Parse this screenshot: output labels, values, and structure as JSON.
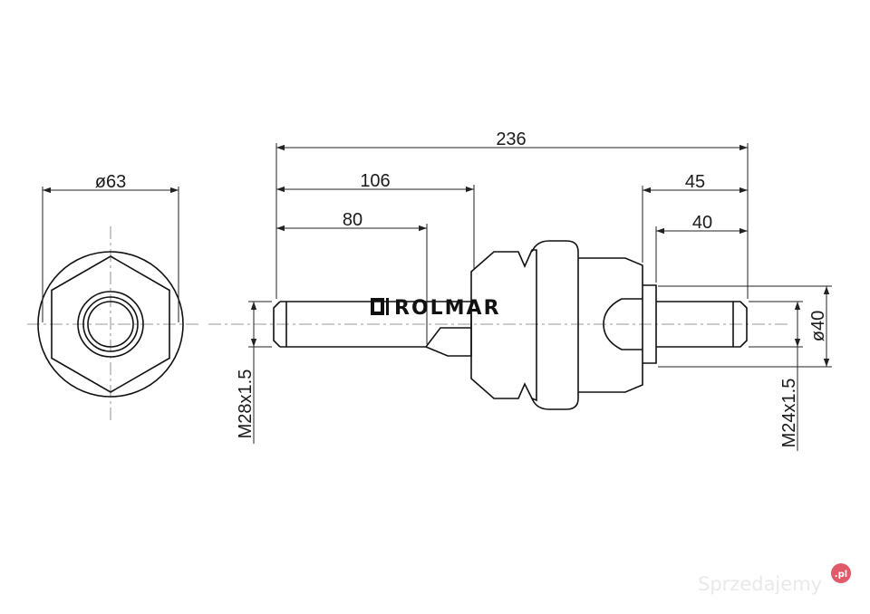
{
  "dimensions": {
    "overall_length": "236",
    "length_106": "106",
    "length_80": "80",
    "length_45": "45",
    "length_40": "40",
    "outer_diameter": "ø63",
    "body_diameter": "ø40",
    "left_thread": "M28x1.5",
    "right_thread": "M24x1.5"
  },
  "logo": {
    "text": "ROLMAR"
  },
  "watermark": {
    "text": "Sprzedajemy",
    "badge": ".pl"
  },
  "colors": {
    "line": "#111111",
    "centerline": "#777777",
    "watermark_badge": "#e15a6a"
  }
}
